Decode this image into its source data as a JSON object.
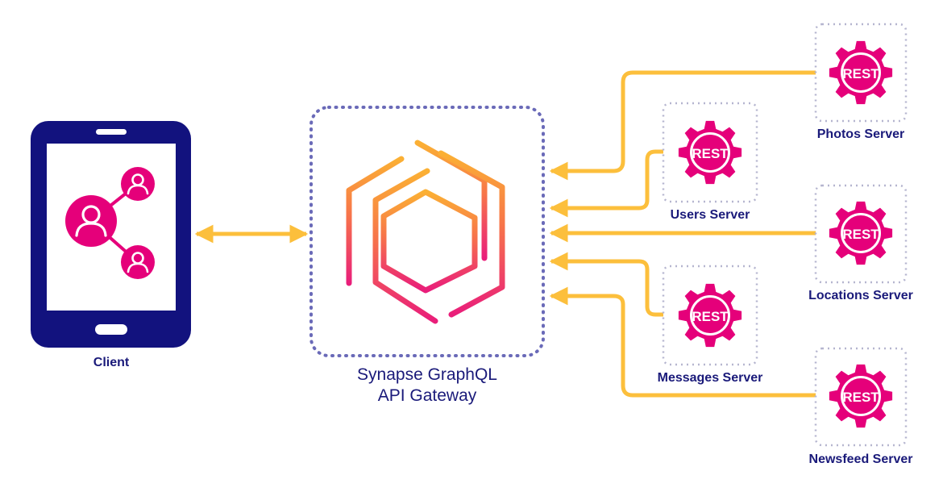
{
  "client": {
    "label": "Client"
  },
  "gateway": {
    "line1": "Synapse GraphQL",
    "line2": "API Gateway"
  },
  "services": [
    {
      "badge": "REST",
      "label": "Photos Server"
    },
    {
      "badge": "REST",
      "label": "Users Server"
    },
    {
      "badge": "REST",
      "label": "Locations Server"
    },
    {
      "badge": "REST",
      "label": "Messages Server"
    },
    {
      "badge": "REST",
      "label": "Newsfeed Server"
    }
  ],
  "colors": {
    "navy": "#12127e",
    "magenta": "#e5007a",
    "connector": "#fcbf3c",
    "dotted": "#6a6ab8",
    "box_dotted": "#b5b5cf",
    "logo_top": "#fbb034",
    "logo_bottom": "#e91e7a"
  }
}
